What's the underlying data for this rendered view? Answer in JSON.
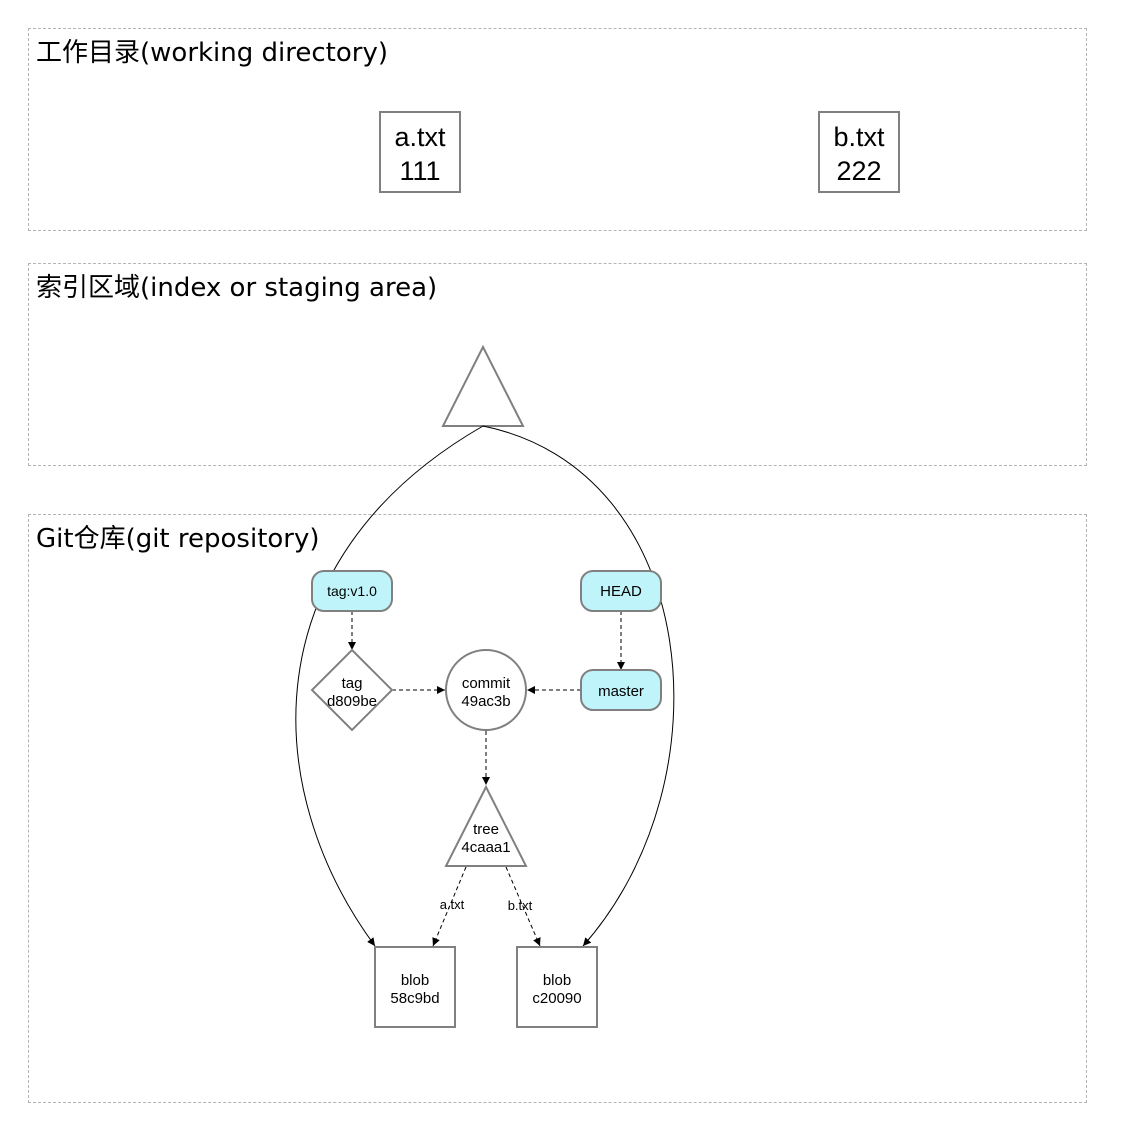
{
  "sections": {
    "working": {
      "title": "工作目录(working directory)"
    },
    "index": {
      "title": "索引区域(index or staging area)"
    },
    "repo": {
      "title": "Git仓库(git repository)"
    }
  },
  "working_files": [
    {
      "name": "a.txt",
      "content": "111"
    },
    {
      "name": "b.txt",
      "content": "222"
    }
  ],
  "objects": {
    "tag_ref": {
      "label": "tag:v1.0"
    },
    "head_ref": {
      "label": "HEAD"
    },
    "master_ref": {
      "label": "master"
    },
    "tag_obj": {
      "type": "tag",
      "hash": "d809be"
    },
    "commit": {
      "type": "commit",
      "hash": "49ac3b"
    },
    "tree": {
      "type": "tree",
      "hash": "4caaa1"
    },
    "blob_a": {
      "type": "blob",
      "hash": "58c9bd"
    },
    "blob_b": {
      "type": "blob",
      "hash": "c20090"
    }
  },
  "edge_labels": {
    "tree_to_blob_a": "a.txt",
    "tree_to_blob_b": "b.txt"
  },
  "colors": {
    "ref_fill": "#bff5fa",
    "stroke": "#808080"
  }
}
